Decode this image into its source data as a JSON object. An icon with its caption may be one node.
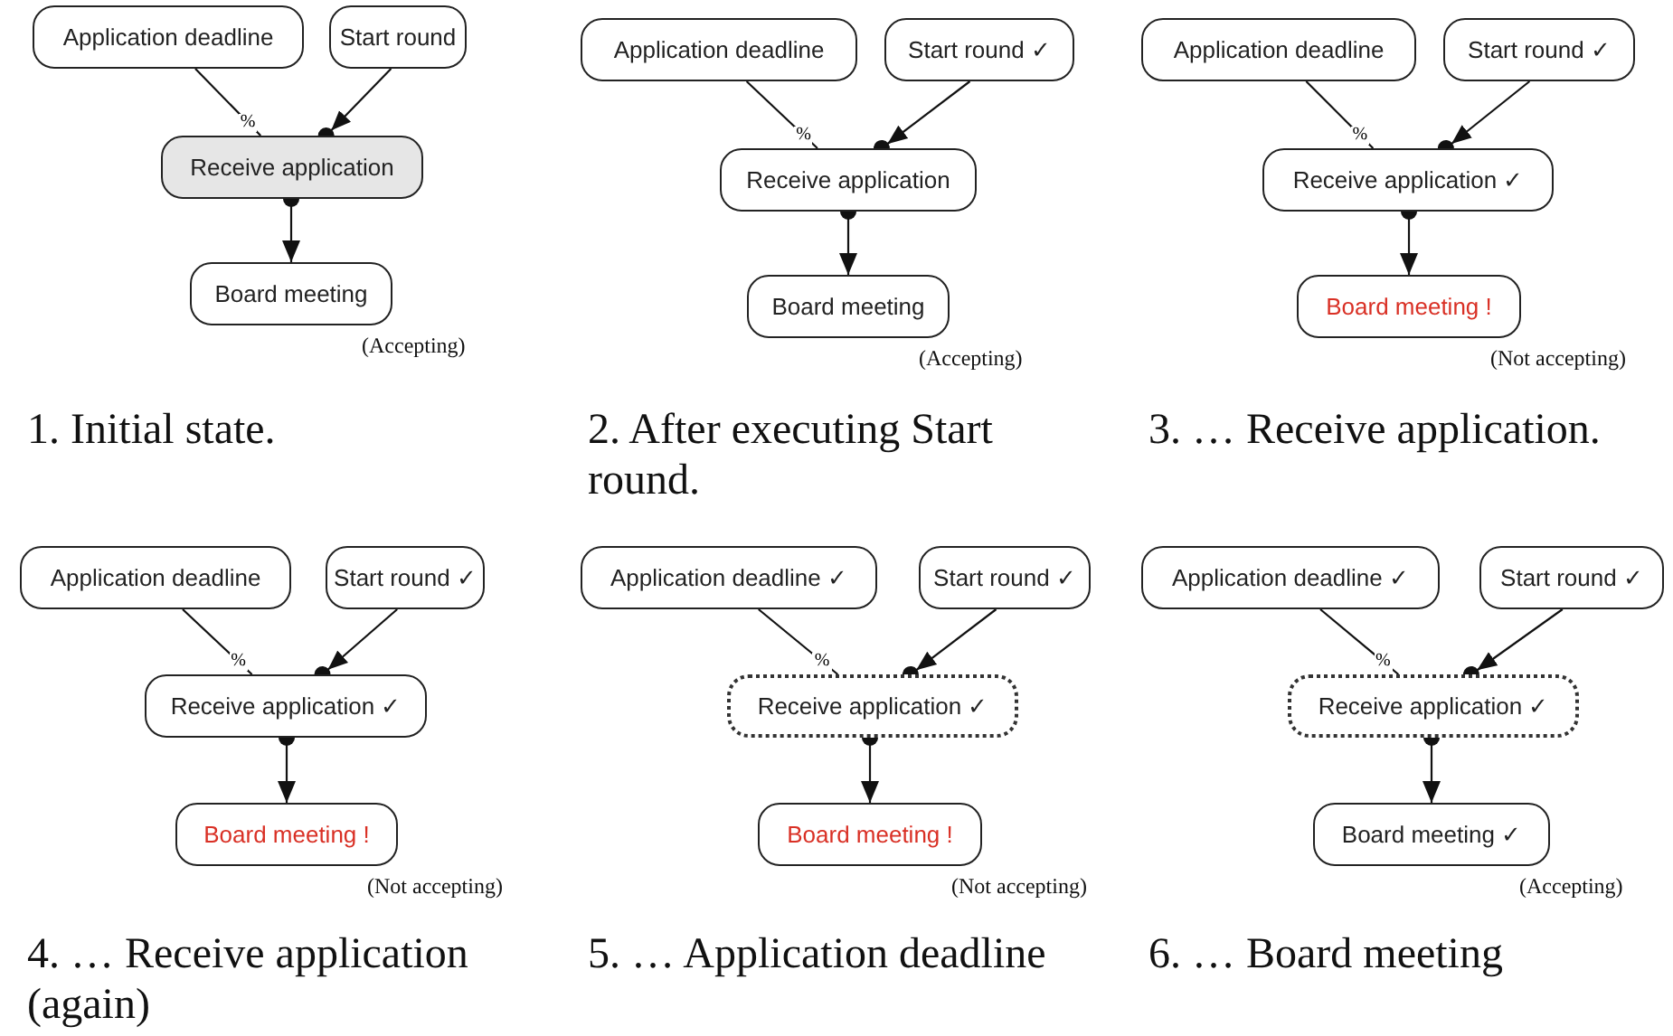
{
  "diagram": {
    "nodes": [
      {
        "text": [
          "Application deadline"
        ]
      },
      {
        "text": [
          "Start round"
        ]
      },
      {
        "text": [
          "Receive application"
        ]
      },
      {
        "text": [
          "Board meeting"
        ],
        "beside": [
          "(Accepting)"
        ]
      },
      {
        "text": [
          "Application deadline"
        ]
      },
      {
        "text": [
          "Start round ✓"
        ]
      },
      {
        "text": [
          "Receive application"
        ]
      },
      {
        "text": [
          "Board meeting"
        ],
        "beside": [
          "(Accepting)"
        ]
      },
      {
        "text": [
          "Application deadline"
        ]
      },
      {
        "text": [
          "Start round ✓"
        ]
      },
      {
        "text": [
          "Receive application ✓"
        ]
      },
      {
        "text": [
          "Board meeting !"
        ],
        "beside": [
          "(Not accepting)"
        ]
      },
      {
        "text": [
          "Application deadline"
        ]
      },
      {
        "text": [
          "Start round ✓"
        ]
      },
      {
        "text": [
          "Receive application ✓"
        ]
      },
      {
        "text": [
          "Board meeting !"
        ],
        "beside": [
          "(Not accepting)"
        ]
      },
      {
        "text": [
          "Application deadline ✓"
        ]
      },
      {
        "text": [
          "Start round ✓"
        ]
      },
      {
        "text": [
          "Receive application ✓"
        ]
      },
      {
        "text": [
          "Board meeting !"
        ],
        "beside": [
          "(Not accepting)"
        ]
      },
      {
        "text": [
          "Application deadline ✓"
        ]
      },
      {
        "text": [
          "Start round ✓"
        ]
      },
      {
        "text": [
          "Receive application ✓"
        ]
      },
      {
        "text": [
          "Board meeting ✓"
        ],
        "beside": [
          "(Accepting)"
        ]
      }
    ],
    "edges": [
      {
        "from": 0,
        "to": 2,
        "arrow": "none",
        "label": "%"
      },
      {
        "from": 1,
        "to": 2,
        "arrow": "to"
      },
      {
        "from": 2,
        "to": 3,
        "arrow": "to"
      },
      {
        "from": 4,
        "to": 6,
        "arrow": "none",
        "label": "%"
      },
      {
        "from": 5,
        "to": 6,
        "arrow": "to"
      },
      {
        "from": 6,
        "to": 7,
        "arrow": "to"
      },
      {
        "from": 8,
        "to": 10,
        "arrow": "none",
        "label": "%"
      },
      {
        "from": 9,
        "to": 10,
        "arrow": "to"
      },
      {
        "from": 10,
        "to": 11,
        "arrow": "to"
      },
      {
        "from": 12,
        "to": 14,
        "arrow": "none",
        "label": "%"
      },
      {
        "from": 13,
        "to": 14,
        "arrow": "to"
      },
      {
        "from": 14,
        "to": 15,
        "arrow": "to"
      },
      {
        "from": 16,
        "to": 18,
        "arrow": "none",
        "label": "%"
      },
      {
        "from": 17,
        "to": 18,
        "arrow": "to"
      },
      {
        "from": 18,
        "to": 19,
        "arrow": "to"
      },
      {
        "from": 20,
        "to": 22,
        "arrow": "none",
        "label": "%"
      },
      {
        "from": 21,
        "to": 22,
        "arrow": "to"
      },
      {
        "from": 22,
        "to": 23,
        "arrow": "to"
      }
    ],
    "labels": [
      "1. Initial state.",
      "2. After executing Start round.",
      "3. … Receive application.",
      "4. … Receive application (again)",
      "5. … Application deadline",
      "6. … Board meeting"
    ]
  }
}
